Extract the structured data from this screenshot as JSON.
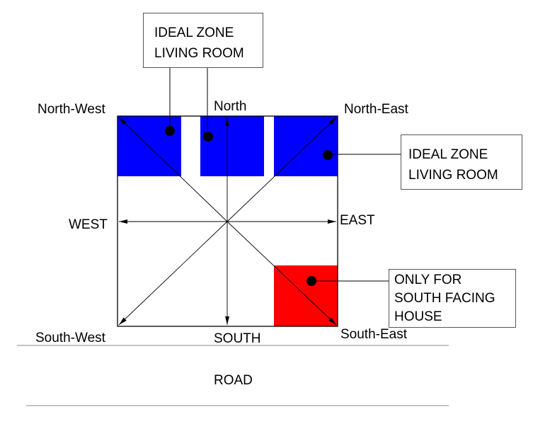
{
  "directions": {
    "north": "North",
    "north_west": "North-West",
    "north_east": "North-East",
    "west": "WEST",
    "east": "EAST",
    "south": "SOUTH",
    "south_west": "South-West",
    "south_east": "South-East"
  },
  "callouts": {
    "top": {
      "line1": "IDEAL ZONE",
      "line2": "LIVING ROOM"
    },
    "right": {
      "line1": "IDEAL ZONE",
      "line2": "LIVING ROOM"
    },
    "south_facing": {
      "line1": "ONLY FOR",
      "line2": "SOUTH FACING",
      "line3": "HOUSE"
    }
  },
  "road_label": "ROAD",
  "colors": {
    "ideal_zone": "#0000ff",
    "south_facing_zone": "#ff0000",
    "lines": "#000000"
  }
}
